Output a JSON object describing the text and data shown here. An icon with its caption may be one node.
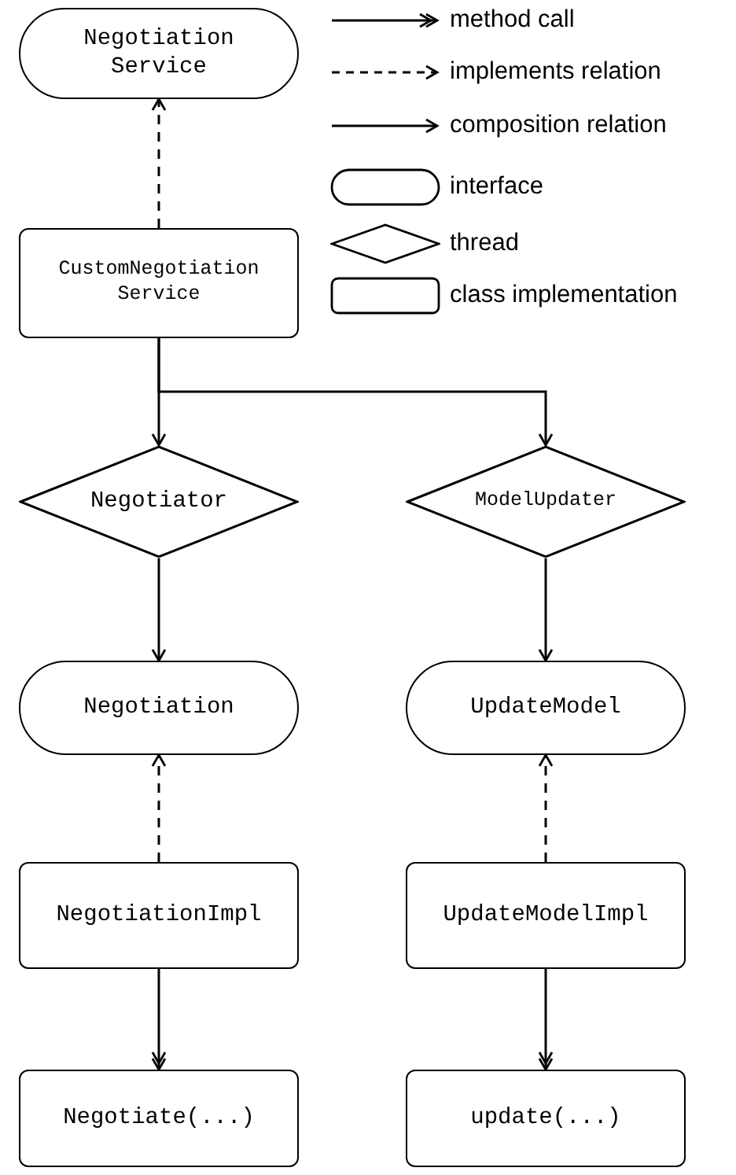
{
  "diagram": {
    "nodes": [
      {
        "text": [
          "Negotiation Service"
        ]
      },
      {
        "text": [
          "CustomNegotiation Service"
        ]
      },
      {
        "text": [
          "Negotiator"
        ]
      },
      {
        "text": [
          "ModelUpdater"
        ]
      },
      {
        "text": [
          "Negotiation"
        ]
      },
      {
        "text": [
          "UpdateModel"
        ]
      },
      {
        "text": [
          "NegotiationImpl"
        ]
      },
      {
        "text": [
          "UpdateModelImpl"
        ]
      },
      {
        "text": [
          "Negotiate(...)"
        ]
      },
      {
        "text": [
          "update(...)"
        ]
      }
    ],
    "edges": [
      {
        "from": 1,
        "to": 0,
        "arrow": "to",
        "style": "dashed"
      },
      {
        "from": 1,
        "to": 2,
        "arrow": "to"
      },
      {
        "from": 1,
        "to": 3,
        "arrow": "to"
      },
      {
        "from": 2,
        "to": 4,
        "arrow": "to"
      },
      {
        "from": 3,
        "to": 5,
        "arrow": "to"
      },
      {
        "from": 6,
        "to": 4,
        "arrow": "to",
        "style": "dashed"
      },
      {
        "from": 7,
        "to": 5,
        "arrow": "to",
        "style": "dashed"
      },
      {
        "from": 6,
        "to": 8,
        "arrow": "to"
      },
      {
        "from": 7,
        "to": 9,
        "arrow": "to"
      }
    ],
    "legend": [
      {
        "text": "method call"
      },
      {
        "text": "implements relation"
      },
      {
        "text": "composition relation"
      },
      {
        "text": "interface"
      },
      {
        "text": "thread"
      },
      {
        "text": "class implementation"
      }
    ]
  }
}
